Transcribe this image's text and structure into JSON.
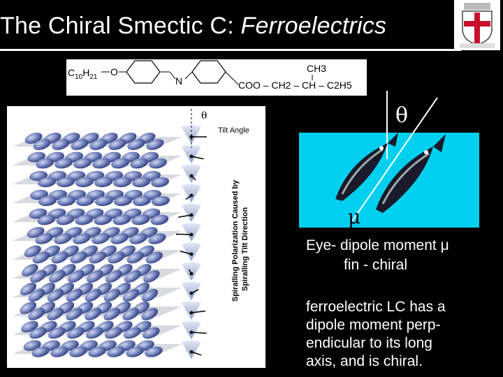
{
  "slide": {
    "title_main": "The Chiral Smectic C: ",
    "title_italic": "Ferroelectrics"
  },
  "molecule": {
    "c10": "C",
    "c10_sub": "10",
    "h21": "H",
    "h21_sub": "21",
    "o": "O",
    "n": "N",
    "ch3": "CH3",
    "tail": "COO – CH2 – CH – C2H5"
  },
  "panel": {
    "theta": "θ",
    "tilt_angle": "Tilt Angle",
    "vertical_line1": "Spiralling Polarization Caused by",
    "vertical_line2": "Spiralling Tilt Direction"
  },
  "fish_diagram": {
    "theta": "θ",
    "mu": "μ",
    "box_color": "#00d0f0"
  },
  "text": {
    "line1": "Eye- dipole moment μ",
    "line2": "fin - chiral",
    "para": [
      "ferroelectric LC has a",
      "dipole moment perp-",
      "endicular to its long",
      "axis, and is chiral."
    ]
  }
}
